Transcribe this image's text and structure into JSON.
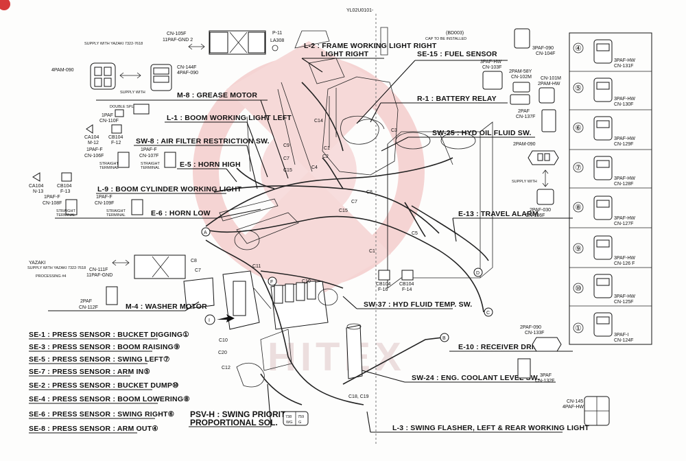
{
  "header": {
    "doc_id": "YL02U0101-"
  },
  "legend": [
    "SE-1 : PRESS SENSOR : BUCKET DIGGING①",
    "SE-3 : PRESS SENSOR : BOOM RAISING⑨",
    "SE-5 : PRESS SENSOR : SWING LEFT⑦",
    "SE-7 : PRESS SENSOR : ARM IN⑤",
    "SE-2 : PRESS SENSOR : BUCKET DUMP⑩",
    "SE-4 : PRESS SENSOR : BOOM LOWERING⑧",
    "SE-6 : PRESS SENSOR : SWING RIGHT⑥",
    "SE-8 : PRESS SENSOR : ARM OUT④"
  ],
  "components": {
    "l2": "L-2 : FRAME WORKING LIGHT RIGHT",
    "m8": "M-8 : GREASE MOTOR",
    "l1": "L-1 : BOOM WORKING LIGHT LEFT",
    "sw8": "SW-8 : AIR FILTER RESTRICTION SW.",
    "e5": "E-5 : HORN HIGH",
    "l9": "L-9 : BOOM CYLINDER WORKING LIGHT",
    "e6": "E-6 : HORN LOW",
    "m4": "M-4 : WASHER MOTOR",
    "se15": "SE-15 : FUEL SENSOR",
    "r1": "R-1 : BATTERY RELAY",
    "sw25": "SW-25 : HYD OIL FLUID SW.",
    "e13": "E-13 : TRAVEL ALARM",
    "sw37": "SW-37 : HYD FLUID TEMP. SW.",
    "e10": "E-10 : RECEIVER DRIER",
    "sw24": "SW-24 : ENG. COOLANT LEVEL SW.",
    "l3": "L-3 : SWING FLASHER, LEFT & REAR WORKING LIGHT",
    "psv1": "PSV-H : SWING PRIORITY",
    "psv2": "PROPORTIONAL SOL."
  },
  "connectors": {
    "cn105f": "CN-105F",
    "paf11gnd2": "11PAF-GND 2",
    "supply_yazaki_top": "SUPPLY WITH YAZAKI 7322-7618",
    "p11": "P-11",
    "la308": "LA308",
    "pam090": "4PAM-090",
    "cn144f": "CN-144F",
    "paf090_4": "4PAF-090",
    "supply_with": "SUPPLY WITH",
    "double_splice": "DOUBLE SPLICE",
    "paf1_a": "1PAF",
    "cn110f": "CN-110F",
    "ca104": "CA104",
    "m12": "M-12",
    "cb104_a": "CB104",
    "f12": "F-12",
    "paf1f_a": "1PAF-F",
    "cn106f": "CN-106F",
    "paf1f_b": "1PAF-F",
    "cn107f": "CN-107F",
    "straight": "STRAIGHT",
    "terminal": "TERMINAL",
    "ca104_b": "CA104",
    "n13": "N-13",
    "cb104_b": "CB104",
    "f13": "F-13",
    "paf1f_c": "1PAF-F",
    "cn108f": "CN-108F",
    "paf1f_d": "1PAF-F",
    "cn109f": "CN-109F",
    "yazaki": "YAZAKI",
    "supply_yazaki_mid": "SUPPLY WITH YAZAKI 7322-7618",
    "processing": "PROCESSING #4",
    "cn111f": "CN-111F",
    "paf11gnd": "11PAF-GND",
    "paf2": "2PAF",
    "cn112f": "CN-112F",
    "bd003": "(BD003)",
    "cap": "CAP TO BE INSTALLED",
    "paf090_3": "3PAF-090",
    "cn104f": "CN-104F",
    "paf_hw_3": "3PAF-HW",
    "cn103f": "CN-103F",
    "pam58y": "2PAM-58Y",
    "cn102m": "CN-102M",
    "cn101m": "CN-101M",
    "pam_hw": "2PAM-HW",
    "paf2_b": "2PAF",
    "cn137f": "CN-137F",
    "pam090_2": "2PAM-090",
    "paf030": "2PAF-030",
    "cn136f": "CN-136F",
    "cb104_c": "CB104",
    "f16": "F-16",
    "cb104_d": "CB104",
    "f14": "F-14",
    "paf090_2": "2PAF-090",
    "cn133f": "CN-133F",
    "paf3": "3PAF",
    "cn132f": "CN-132F",
    "cn145": "CN-145",
    "paf_hw_4": "4PAF-HW"
  },
  "callouts": {
    "c14": "C14",
    "c9": "C9",
    "c7a": "C7",
    "c15a": "C15",
    "c4": "C4",
    "c1a": "C1",
    "c2": "C2",
    "c3": "C3",
    "c8a": "C8",
    "c7b": "C7",
    "c15b": "C15",
    "c5": "C5",
    "c1b": "C1",
    "c8b": "C8",
    "c7c": "C7",
    "c11": "C11",
    "c10a": "C10",
    "c10b": "C10",
    "c20": "C20",
    "c12": "C12",
    "c18": "C18, C19",
    "a": "A",
    "b": "B",
    "d": "D",
    "f": "F",
    "i": "I"
  },
  "pressure_sensors": [
    {
      "num": "④",
      "type": "3PAF-HW",
      "cn": "CN-131F"
    },
    {
      "num": "⑤",
      "type": "3PAF-HW",
      "cn": "CN-130F"
    },
    {
      "num": "⑥",
      "type": "3PAF-HW",
      "cn": "CN-129F"
    },
    {
      "num": "⑦",
      "type": "3PAF-HW",
      "cn": "CN-128F"
    },
    {
      "num": "⑧",
      "type": "3PAF-HW",
      "cn": "CN-127F"
    },
    {
      "num": "⑨",
      "type": "3PAF-HW",
      "cn": "CN-126 F"
    },
    {
      "num": "⑩",
      "type": "3PAF-HW",
      "cn": "CN-125F"
    },
    {
      "num": "①",
      "type": "3PAF-I",
      "cn": "CN-124F"
    }
  ],
  "watermark": "HITEX",
  "colors": {
    "ink": "#111111",
    "watermark": "#e8a5a5",
    "page": "#fdfdfc"
  }
}
